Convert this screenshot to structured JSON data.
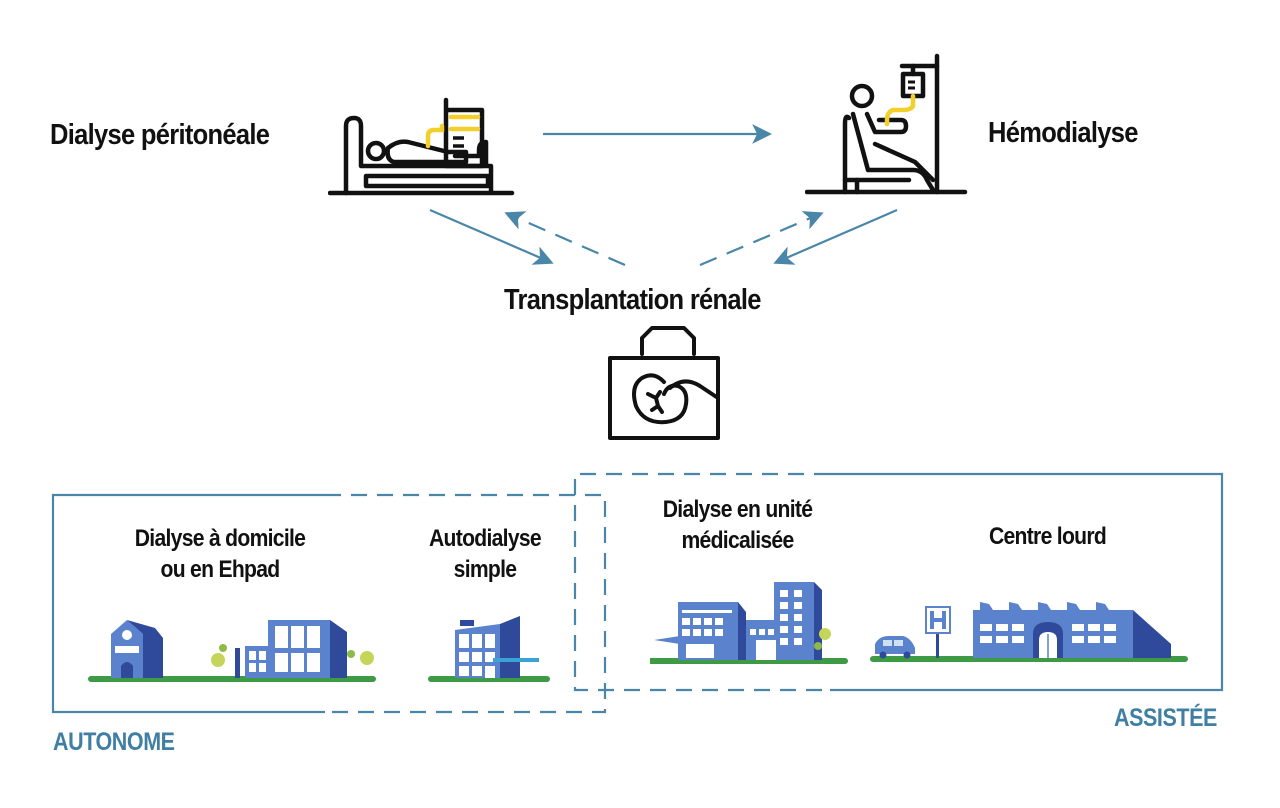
{
  "diagram": {
    "nodes": {
      "peritoneal": "Dialyse péritonéale",
      "hemodialysis": "Hémodialyse",
      "transplant": "Transplantation rénale"
    },
    "settings": {
      "home": [
        "Dialyse à domicile",
        "ou en Ehpad"
      ],
      "self": [
        "Autodialyse",
        "simple"
      ],
      "unit": [
        "Dialyse en unité",
        "médicalisée"
      ],
      "center": [
        "Centre lourd"
      ]
    },
    "groups": {
      "autonomous": "AUTONOME",
      "assisted": "ASSISTÉE"
    },
    "edges": [
      {
        "from": "Dialyse péritonéale",
        "to": "Hémodialyse",
        "style": "solid"
      },
      {
        "from": "Dialyse péritonéale",
        "to": "Transplantation rénale",
        "style": "solid"
      },
      {
        "from": "Transplantation rénale",
        "to": "Dialyse péritonéale",
        "style": "dashed"
      },
      {
        "from": "Hémodialyse",
        "to": "Transplantation rénale",
        "style": "solid"
      },
      {
        "from": "Transplantation rénale",
        "to": "Hémodialyse",
        "style": "dashed"
      }
    ],
    "icons": {
      "peritoneal": "patient-in-bed-with-dialysis-machine-icon",
      "hemodialysis": "patient-in-chair-with-iv-drip-icon",
      "transplant": "kidney-in-transport-case-icon",
      "home": "house-and-ehpad-buildings-icon",
      "self": "small-clinic-building-icon",
      "unit": "medical-unit-building-icon",
      "center": "hospital-center-with-car-icon"
    },
    "colors": {
      "accent": "#4a86a8",
      "text": "#111111",
      "icon_yellow": "#f2cf2b",
      "building": "#5b82cc",
      "building_dark": "#2f4a9a",
      "grass": "#3f9a45",
      "tree": "#c5d55a"
    }
  }
}
